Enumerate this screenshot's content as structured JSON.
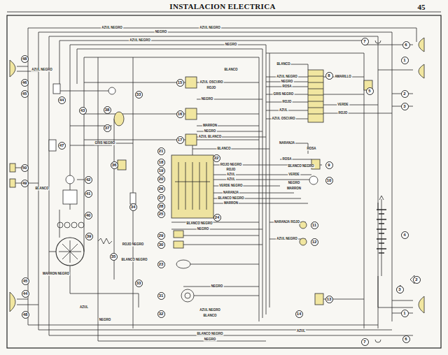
{
  "diagram": {
    "title": "INSTALACION ELECTRICA",
    "nodes": [
      {
        "text": [
          "7"
        ]
      },
      {
        "text": [
          "6"
        ]
      },
      {
        "text": [
          "48"
        ]
      },
      {
        "text": [
          "1"
        ]
      },
      {
        "text": [
          "8"
        ]
      },
      {
        "text": [
          "15"
        ]
      },
      {
        "text": [
          "46"
        ]
      },
      {
        "text": [
          "5"
        ]
      },
      {
        "text": [
          "45"
        ]
      },
      {
        "text": [
          "2"
        ]
      },
      {
        "text": [
          "33"
        ]
      },
      {
        "text": [
          "44"
        ]
      },
      {
        "text": [
          "3"
        ]
      },
      {
        "text": [
          "38"
        ]
      },
      {
        "text": [
          "43"
        ]
      },
      {
        "text": [
          "16"
        ]
      },
      {
        "text": [
          "37"
        ]
      },
      {
        "text": [
          "17"
        ]
      },
      {
        "text": [
          "47"
        ]
      },
      {
        "text": [
          "21"
        ]
      },
      {
        "text": [
          "22"
        ]
      },
      {
        "text": [
          "18"
        ]
      },
      {
        "text": [
          "36"
        ]
      },
      {
        "text": [
          "9"
        ]
      },
      {
        "text": [
          "50"
        ]
      },
      {
        "text": [
          "19"
        ]
      },
      {
        "text": [
          "20"
        ]
      },
      {
        "text": [
          "42"
        ]
      },
      {
        "text": [
          "10"
        ]
      },
      {
        "text": [
          "49"
        ]
      },
      {
        "text": [
          "26"
        ]
      },
      {
        "text": [
          "41"
        ]
      },
      {
        "text": [
          "34"
        ]
      },
      {
        "text": [
          "27"
        ]
      },
      {
        "text": [
          "28"
        ]
      },
      {
        "text": [
          "25"
        ]
      },
      {
        "text": [
          "40"
        ]
      },
      {
        "text": [
          "24"
        ]
      },
      {
        "text": [
          "11"
        ]
      },
      {
        "text": [
          "4"
        ]
      },
      {
        "text": [
          "29"
        ]
      },
      {
        "text": [
          "39"
        ]
      },
      {
        "text": [
          "12"
        ]
      },
      {
        "text": [
          "30"
        ]
      },
      {
        "text": [
          "35"
        ]
      },
      {
        "text": [
          "23"
        ]
      },
      {
        "text": [
          "2"
        ]
      },
      {
        "text": [
          "45"
        ]
      },
      {
        "text": [
          "33"
        ]
      },
      {
        "text": [
          "3"
        ]
      },
      {
        "text": [
          "44"
        ]
      },
      {
        "text": [
          "31"
        ]
      },
      {
        "text": [
          "13"
        ]
      },
      {
        "text": [
          "1"
        ]
      },
      {
        "text": [
          "14"
        ]
      },
      {
        "text": [
          "32"
        ]
      },
      {
        "text": [
          "48"
        ]
      },
      {
        "text": [
          "6"
        ]
      },
      {
        "text": [
          "7"
        ]
      }
    ],
    "labels": [
      "45",
      "AZUL NEGRO",
      "AZUL NEGRO",
      "NEGRO",
      "AZUL NEGRO",
      "NEGRO",
      "AZUL NEGRO",
      "BLANCO",
      "BLANCO",
      "AZUL NEGRO",
      "NEGRO",
      "ROSA",
      "AMARILLO",
      "AZUL OSCURO",
      "ROJO",
      "GRIS NEGRO",
      "NEGRO",
      "ROJO",
      "VERDE",
      "AZUL",
      "ROJO",
      "AZUL OSCURO",
      "MARRON",
      "NEGRO",
      "AZUL BLANCO",
      "GRIS NEGRO",
      "NARANJA",
      "BLANCO",
      "ROSA",
      "ROSA",
      "ROJO NEGRO",
      "BLANCO NEGRO",
      "ROJO",
      "AZUL",
      "VERDE",
      "AZUL",
      "NEGRO",
      "VERDE NEGRO",
      "BLANCO",
      "MARRON",
      "NARANJA",
      "BLANCO NEGRO",
      "MARRON",
      "BLANCO NEGRO",
      "NARANJA ROJO",
      "NEGRO",
      "AZUL NEGRO",
      "MARRON NEGRO",
      "ROJO NEGRO",
      "BLANCO NEGRO",
      "NEGRO",
      "AZUL",
      "AZUL NEGRO",
      "BLANCO",
      "NEGRO",
      "AZUL",
      "BLANCO NEGRO",
      "NEGRO"
    ]
  }
}
